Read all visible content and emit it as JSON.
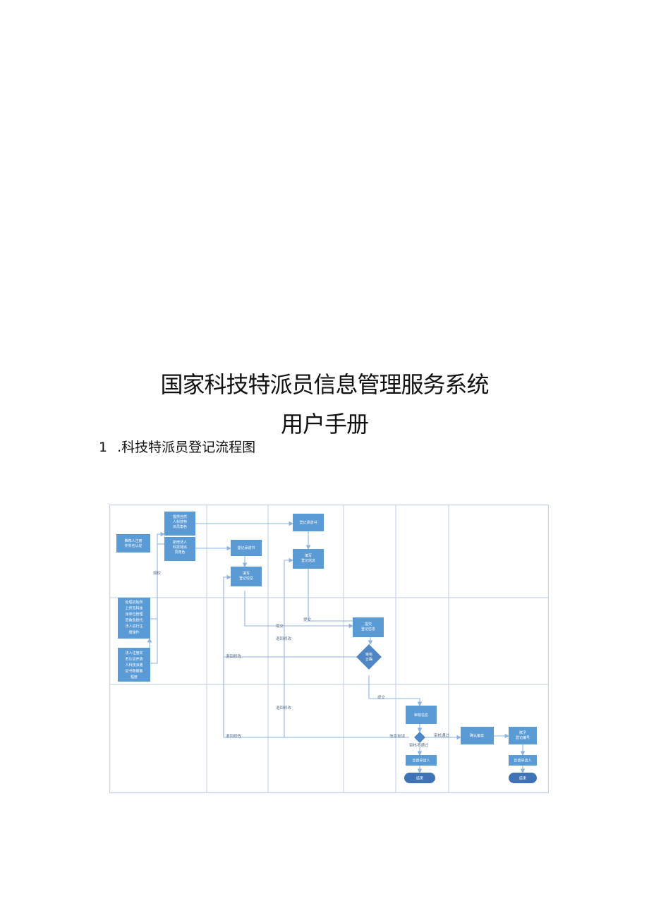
{
  "document": {
    "title_line1": "国家科技特派员信息管理服务系统",
    "title_line2": "用户手册",
    "section": {
      "number": "1",
      "title": ".科技特派员登记流程图"
    }
  },
  "diagram": {
    "colors": {
      "box": "#5b9bd5",
      "line": "#8eb4e3",
      "grid": "#c7d6e8",
      "text_on_box": "#ffffff",
      "label": "#5a6f8a"
    },
    "nodes": {
      "n1": [
        "推荐人注册",
        "并实名认证"
      ],
      "n2": [
        "提供自然",
        "人科技特",
        "派员角色"
      ],
      "n3": [
        "新增法人",
        "科技特派",
        "员角色"
      ],
      "n4": [
        "登记承诺书"
      ],
      "n5": [
        "填写",
        "登记信息"
      ],
      "n6": [
        "登记承诺书"
      ],
      "n7": [
        "填写",
        "登记信息"
      ],
      "n8": [
        "处理初始所",
        "上传无科技",
        "派单位管理",
        "员角色替代",
        "法人进行注",
        "册操作"
      ],
      "n9": [
        "法人注册实",
        "名认证并选",
        "人科技派遣",
        "证书数据重",
        "程度"
      ],
      "n10": [
        "提交",
        "登记信息"
      ],
      "n11": [
        "审核",
        "正确"
      ],
      "n12": [
        "审核信息"
      ],
      "n13": [
        "反馈申请人"
      ],
      "n14": [
        "结束"
      ],
      "n15": [
        "确认备案"
      ],
      "n16": [
        "赋予",
        "登记编号"
      ],
      "n17": [
        "反馈申请人"
      ],
      "n18": [
        "结束"
      ]
    },
    "labels": {
      "auth": "授权",
      "submit1": "提交",
      "submit2": "提交",
      "return1": "退回修改",
      "return2": "退回修改",
      "return3": "退回修改",
      "return4": "退回修改",
      "submit3": "提交",
      "info_wrong": "信息有误",
      "audit_fail": "审核不通过",
      "audit_pass": "审核通过"
    }
  }
}
